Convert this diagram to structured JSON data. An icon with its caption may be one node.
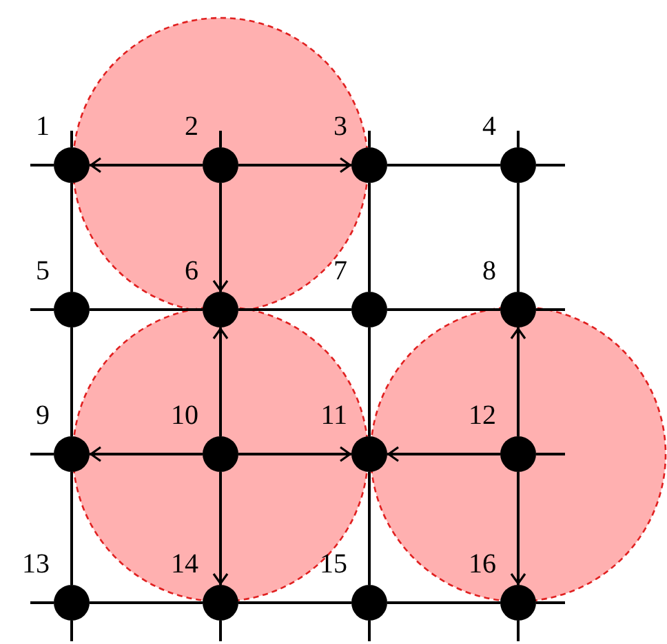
{
  "diagram": {
    "nodes": [
      {
        "text": [],
        "shape": "circle",
        "beside": [
          "1"
        ]
      },
      {
        "text": [],
        "shape": "circle",
        "beside": [
          "2"
        ]
      },
      {
        "text": [],
        "shape": "circle",
        "beside": [
          "3"
        ]
      },
      {
        "text": [],
        "shape": "circle",
        "beside": [
          "4"
        ]
      },
      {
        "text": [],
        "shape": "circle",
        "beside": [
          "5"
        ]
      },
      {
        "text": [],
        "shape": "circle",
        "beside": [
          "6"
        ]
      },
      {
        "text": [],
        "shape": "circle",
        "beside": [
          "7"
        ]
      },
      {
        "text": [],
        "shape": "circle",
        "beside": [
          "8"
        ]
      },
      {
        "text": [],
        "shape": "circle",
        "beside": [
          "9"
        ]
      },
      {
        "text": [],
        "shape": "circle",
        "beside": [
          "10"
        ]
      },
      {
        "text": [],
        "shape": "circle",
        "beside": [
          "11"
        ]
      },
      {
        "text": [],
        "shape": "circle",
        "beside": [
          "12"
        ]
      },
      {
        "text": [],
        "shape": "circle",
        "beside": [
          "13"
        ]
      },
      {
        "text": [],
        "shape": "circle",
        "beside": [
          "14"
        ]
      },
      {
        "text": [],
        "shape": "circle",
        "beside": [
          "15"
        ]
      },
      {
        "text": [],
        "shape": "circle",
        "beside": [
          "16"
        ]
      }
    ],
    "edges": [
      {
        "from": 1,
        "to": 0,
        "arrow": "to"
      },
      {
        "from": 1,
        "to": 2,
        "arrow": "to"
      },
      {
        "from": 2,
        "to": 3,
        "arrow": "none"
      },
      {
        "from": 4,
        "to": 5,
        "arrow": "none"
      },
      {
        "from": 5,
        "to": 6,
        "arrow": "none"
      },
      {
        "from": 6,
        "to": 7,
        "arrow": "none"
      },
      {
        "from": 9,
        "to": 8,
        "arrow": "to"
      },
      {
        "from": 9,
        "to": 10,
        "arrow": "to"
      },
      {
        "from": 11,
        "to": 10,
        "arrow": "to"
      },
      {
        "from": 12,
        "to": 13,
        "arrow": "none"
      },
      {
        "from": 13,
        "to": 14,
        "arrow": "none"
      },
      {
        "from": 14,
        "to": 15,
        "arrow": "none"
      },
      {
        "from": 0,
        "to": 4,
        "arrow": "none"
      },
      {
        "from": 4,
        "to": 8,
        "arrow": "none"
      },
      {
        "from": 8,
        "to": 12,
        "arrow": "none"
      },
      {
        "from": 1,
        "to": 5,
        "arrow": "to"
      },
      {
        "from": 9,
        "to": 5,
        "arrow": "to"
      },
      {
        "from": 9,
        "to": 13,
        "arrow": "to"
      },
      {
        "from": 2,
        "to": 6,
        "arrow": "none"
      },
      {
        "from": 6,
        "to": 10,
        "arrow": "none"
      },
      {
        "from": 10,
        "to": 14,
        "arrow": "none"
      },
      {
        "from": 3,
        "to": 7,
        "arrow": "none"
      },
      {
        "from": 11,
        "to": 7,
        "arrow": "to"
      },
      {
        "from": 11,
        "to": 15,
        "arrow": "to"
      }
    ]
  }
}
